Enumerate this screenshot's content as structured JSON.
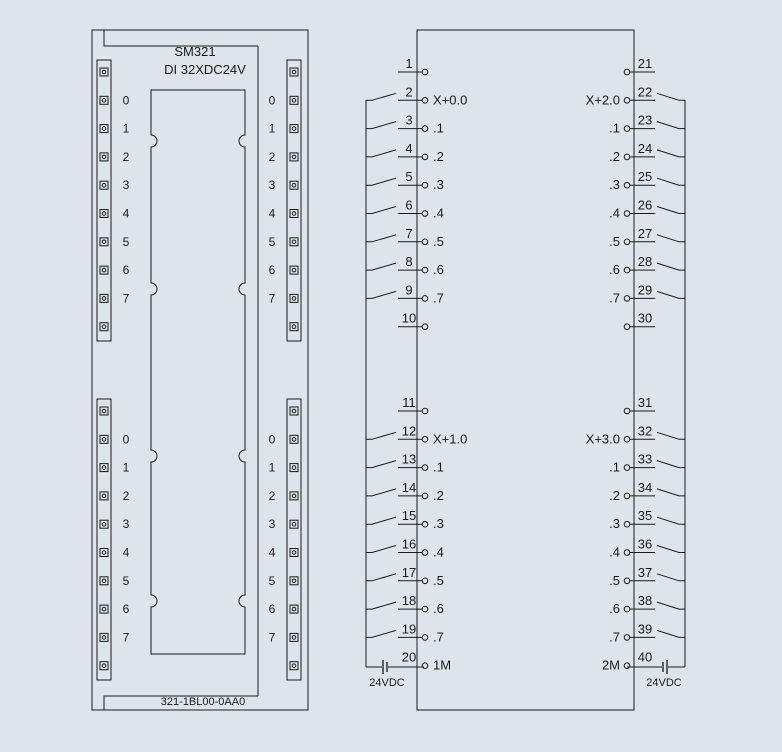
{
  "module": {
    "title_line1": "SM321",
    "title_line2": "DI 32XDC24V",
    "order_number": "321-1BL00-0AA0",
    "channel_labels": [
      "0",
      "1",
      "2",
      "3",
      "4",
      "5",
      "6",
      "7"
    ]
  },
  "wiring": {
    "left_pins": [
      "1",
      "2",
      "3",
      "4",
      "5",
      "6",
      "7",
      "8",
      "9",
      "10",
      "11",
      "12",
      "13",
      "14",
      "15",
      "16",
      "17",
      "18",
      "19",
      "20"
    ],
    "right_pins": [
      "21",
      "22",
      "23",
      "24",
      "25",
      "26",
      "27",
      "28",
      "29",
      "30",
      "31",
      "32",
      "33",
      "34",
      "35",
      "36",
      "37",
      "38",
      "39",
      "40"
    ],
    "left_labels": [
      "",
      "X+0.0",
      ".1",
      ".2",
      ".3",
      ".4",
      ".5",
      ".6",
      ".7",
      "",
      "",
      "X+1.0",
      ".1",
      ".2",
      ".3",
      ".4",
      ".5",
      ".6",
      ".7",
      "1M"
    ],
    "right_labels": [
      "",
      "X+2.0",
      ".1",
      ".2",
      ".3",
      ".4",
      ".5",
      ".6",
      ".7",
      "",
      "",
      "X+3.0",
      ".1",
      ".2",
      ".3",
      ".4",
      ".5",
      ".6",
      ".7",
      "2M"
    ],
    "supply_left": "24VDC",
    "supply_right": "24VDC"
  }
}
